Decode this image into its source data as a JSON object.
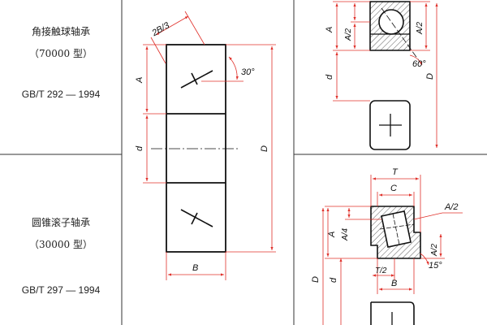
{
  "rows": [
    {
      "name_cn": "角接触球轴承",
      "type_code": "（70000 型）",
      "standard": "GB/T 292 — 1994"
    },
    {
      "name_cn": "圆锥滚子轴承",
      "type_code": "（30000 型）",
      "standard": "GB/T 297 — 1994"
    }
  ],
  "drawing1": {
    "dim_2B3": "2B/3",
    "angle": "30°",
    "dim_A": "A",
    "dim_d": "d",
    "dim_D": "D",
    "dim_B": "B"
  },
  "drawing2": {
    "dim_A": "A",
    "dim_A2_left": "A/2",
    "dim_A2_right": "A/2",
    "dim_d": "d",
    "dim_D": "D",
    "angle": "60°"
  },
  "drawing3": {
    "dim_T": "T",
    "dim_C": "C",
    "dim_A2_top": "A/2",
    "dim_A4": "A/4",
    "dim_A": "A",
    "dim_A2_right": "A/2",
    "dim_T2": "T/2",
    "angle": "15°",
    "dim_B": "B",
    "dim_D": "D",
    "dim_d": "d"
  },
  "colors": {
    "dimension": "#e0302a",
    "outline": "#111111",
    "hatch": "#333333",
    "grid": "#333333"
  }
}
